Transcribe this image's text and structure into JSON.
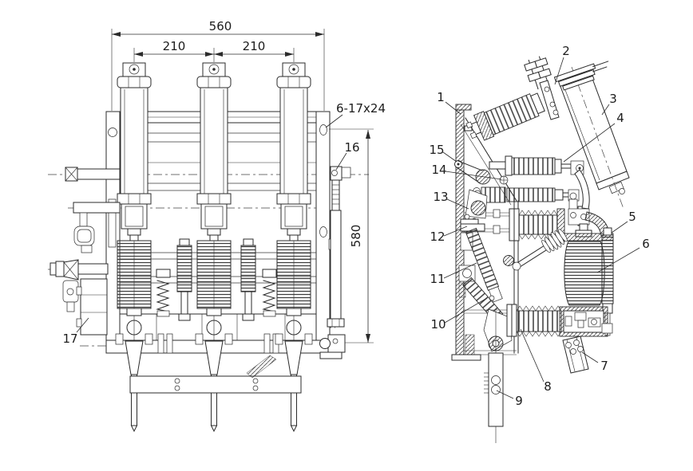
{
  "drawing": {
    "type": "technical engineering drawing",
    "subject": "Three-pole switchgear (load-break switch with fuse unit) — front view and side view",
    "front_view": {
      "dims": {
        "total_width": "560",
        "pole_pitch_left": "210",
        "pole_pitch_right": "210",
        "total_height": "580",
        "mounting_slots": "6-17x24"
      },
      "callouts": [
        {
          "n": "16"
        },
        {
          "n": "17"
        }
      ]
    },
    "side_view": {
      "callouts": [
        {
          "n": "1"
        },
        {
          "n": "2"
        },
        {
          "n": "3"
        },
        {
          "n": "4"
        },
        {
          "n": "5"
        },
        {
          "n": "6"
        },
        {
          "n": "7"
        },
        {
          "n": "8"
        },
        {
          "n": "9"
        },
        {
          "n": "10"
        },
        {
          "n": "11"
        },
        {
          "n": "12"
        },
        {
          "n": "13"
        },
        {
          "n": "14"
        },
        {
          "n": "15"
        }
      ]
    }
  }
}
